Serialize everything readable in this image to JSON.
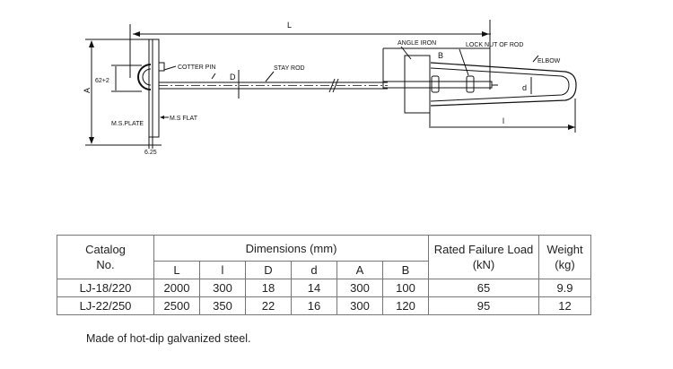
{
  "diagram": {
    "labels": {
      "L": "L",
      "A": "A",
      "dim_62": "62+2",
      "cotter_pin": "COTTER PIN",
      "D": "D",
      "stay_rod": "STAY ROD",
      "ms_plate": "M.S.PLATE",
      "ms_flat": "M.S FLAT",
      "thickness": "6.25",
      "angle_iron": "ANGLE IRON",
      "lock_nut": "LOCK NUT OF ROD",
      "B": "B",
      "elbow": "ELBOW",
      "d": "d",
      "l": "l"
    }
  },
  "table": {
    "headers": {
      "catalog_line1": "Catalog",
      "catalog_line2": "No.",
      "dimensions": "Dimensions (mm)",
      "sub": [
        "L",
        "l",
        "D",
        "d",
        "A",
        "B"
      ],
      "load_line1": "Rated Failure Load",
      "load_line2": "(kN)",
      "weight_line1": "Weight",
      "weight_line2": "(kg)"
    },
    "rows": [
      {
        "catalog": "LJ-18/220",
        "L": "2000",
        "l": "300",
        "D": "18",
        "d": "14",
        "A": "300",
        "B": "100",
        "load": "65",
        "weight": "9.9"
      },
      {
        "catalog": "LJ-22/250",
        "L": "2500",
        "l": "350",
        "D": "22",
        "d": "16",
        "A": "300",
        "B": "120",
        "load": "95",
        "weight": "12"
      }
    ]
  },
  "caption": "Made of hot-dip galvanized steel."
}
